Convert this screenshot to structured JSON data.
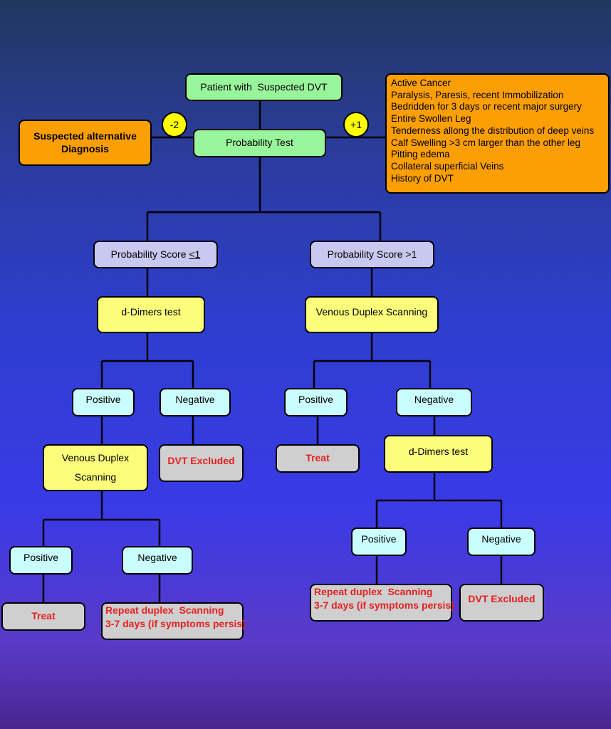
{
  "nodes": {
    "start": "Patient with  Suspected DVT",
    "probability_test": "Probability Test",
    "alt_diagnosis_line1": "Suspected alternative",
    "alt_diagnosis_line2": "Diagnosis",
    "minus_score": "-2",
    "plus_score": "+1",
    "score_low": "Probability Score ",
    "score_low_op": "<1",
    "score_high": "Probability Score >1",
    "ddimer_left": "d-Dimers test",
    "duplex_right": "Venous Duplex Scanning",
    "left_positive": "Positive",
    "left_negative": "Negative",
    "right_positive": "Positive",
    "right_negative": "Negative",
    "left_duplex_line1": "Venous Duplex",
    "left_duplex_line2": "Scanning",
    "left_dvt_excluded": "DVT Excluded",
    "right_treat": "Treat",
    "right_ddimer": "d-Dimers test",
    "ll_positive": "Positive",
    "ll_negative": "Negative",
    "ll_treat": "Treat",
    "ll_repeat_line1": "Repeat duplex  Scanning",
    "ll_repeat_line2": "3-7 days (if symptoms persis)",
    "rr_positive": "Positive",
    "rr_negative": "Negative",
    "rr_repeat_line1": "Repeat duplex  Scanning",
    "rr_repeat_line2": "3-7 days (if symptoms persis)",
    "rr_dvt_excluded": "DVT Excluded"
  },
  "criteria": [
    "Active Cancer",
    "Paralysis, Paresis, recent Immobilization",
    "Bedridden for 3 days or recent major surgery",
    "Entire Swollen Leg",
    "Tenderness allong the distribution of deep veins",
    "Calf Swelling >3 cm larger than the other leg",
    "Pitting edema",
    "Collateral superficial Veins",
    "History of DVT"
  ],
  "colors": {
    "start_box": "#99f59b",
    "score_box": "#c9c8f0",
    "test_box": "#fdfd7c",
    "result_box": "#cafdfd",
    "outcome_box": "#cfcfcf",
    "outcome_text": "#e52020",
    "criteria_box": "#fb9f04",
    "score_circle": "#ffff00"
  }
}
